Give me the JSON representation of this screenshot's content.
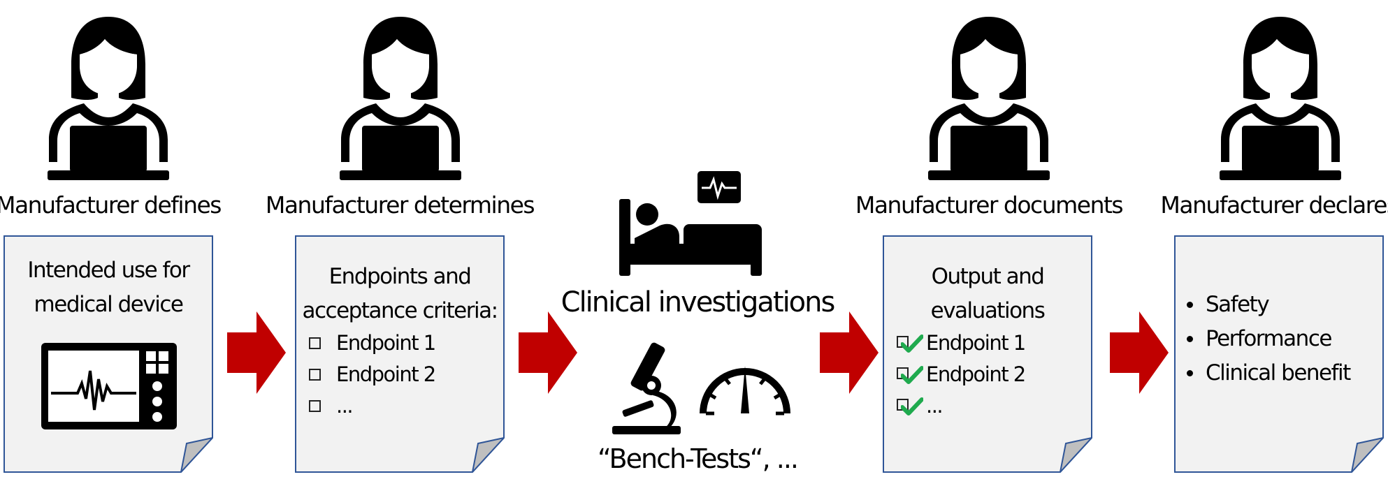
{
  "steps": [
    {
      "caption": "Manufacturer defines",
      "note_lines": [
        "Intended use for",
        "medical device"
      ]
    },
    {
      "caption": "Manufacturer determines",
      "note_lines": [
        "Endpoints and",
        "acceptance criteria:"
      ],
      "items": [
        "Endpoint 1",
        "Endpoint 2",
        "..."
      ]
    },
    {
      "title": "Clinical investigations",
      "subtitle": "“Bench-Tests“, ..."
    },
    {
      "caption": "Manufacturer documents",
      "note_lines": [
        "Output and",
        "evaluations"
      ],
      "items": [
        "Endpoint 1",
        "Endpoint 2",
        "..."
      ]
    },
    {
      "caption": "Manufacturer declares",
      "bullets": [
        "Safety",
        "Performance",
        "Clinical benefit"
      ]
    }
  ],
  "colors": {
    "arrow": "#c00000",
    "paper_fill": "#f2f2f2",
    "paper_border": "#2f5597",
    "check": "#1faa4e",
    "icon": "#000000"
  },
  "icons": [
    "person-laptop-icon",
    "heart-monitor-icon",
    "hospital-bed-icon",
    "microscope-icon",
    "speedometer-icon",
    "checkmark-icon",
    "arrow-right-icon",
    "page-curl-icon"
  ]
}
